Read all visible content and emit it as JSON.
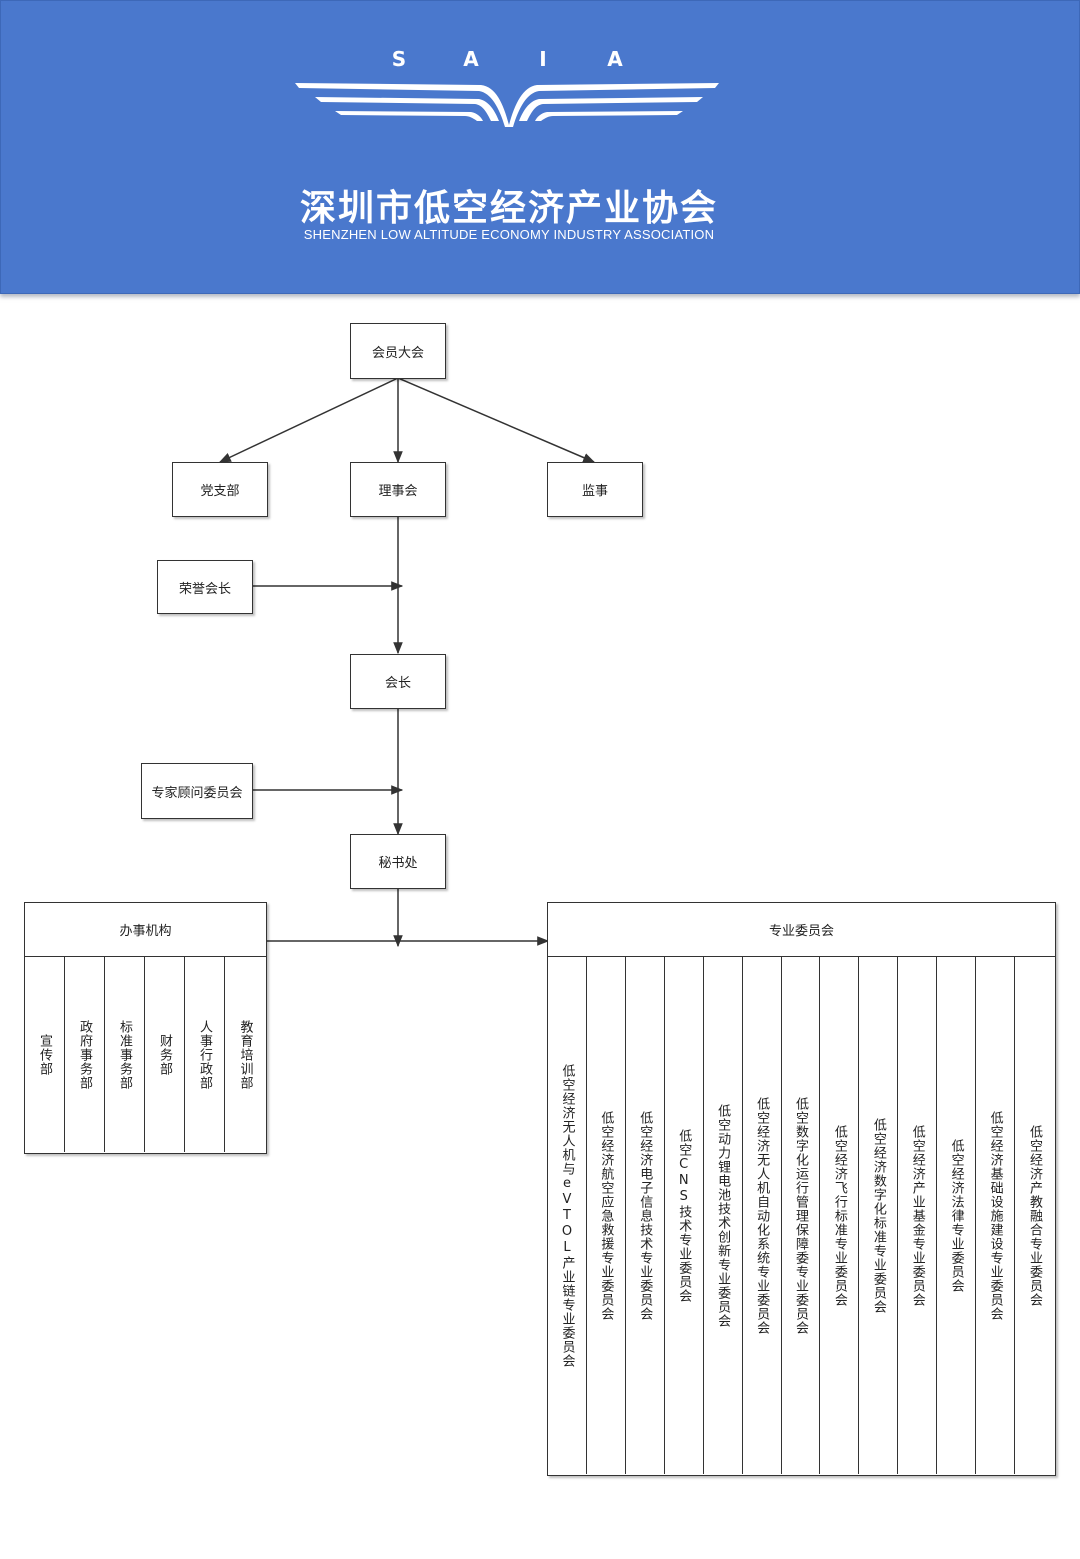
{
  "header": {
    "logo_letters": [
      "S",
      "A",
      "I",
      "A"
    ],
    "org_name": "深圳市低空经济产业协会",
    "org_name_en": "SHENZHEN LOW ALTITUDE ECONOMY INDUSTRY ASSOCIATION",
    "background_color": "#4a78cd"
  },
  "nodes": {
    "general_assembly": "会员大会",
    "party_branch": "党支部",
    "council": "理事会",
    "supervisor": "监事",
    "honorary_president": "荣誉会长",
    "president": "会长",
    "expert_committee": "专家顾问委员会",
    "secretariat": "秘书处"
  },
  "offices": {
    "title": "办事机构",
    "items": [
      "宣传部",
      "政府事务部",
      "标准事务部",
      "财务部",
      "人事行政部",
      "教育培训部"
    ]
  },
  "committees": {
    "title": "专业委员会",
    "items": [
      "低空经济无人机与eVTOL产业链专业委员会",
      "低空经济航空应急救援专业委员会",
      "低空经济电子信息技术专业委员会",
      "低空CNS技术专业委员会",
      "低空动力锂电池技术创新专业委员会",
      "低空经济无人机自动化系统专业委员会",
      "低空数字化运行管理保障委专业委员会",
      "低空经济飞行标准专业委员会",
      "低空经济数字化标准专业委员会",
      "低空经济产业基金专业委员会",
      "低空经济法律专业委员会",
      "低空经济基础设施建设专业委员会",
      "低空经济产教融合专业委员会"
    ]
  }
}
